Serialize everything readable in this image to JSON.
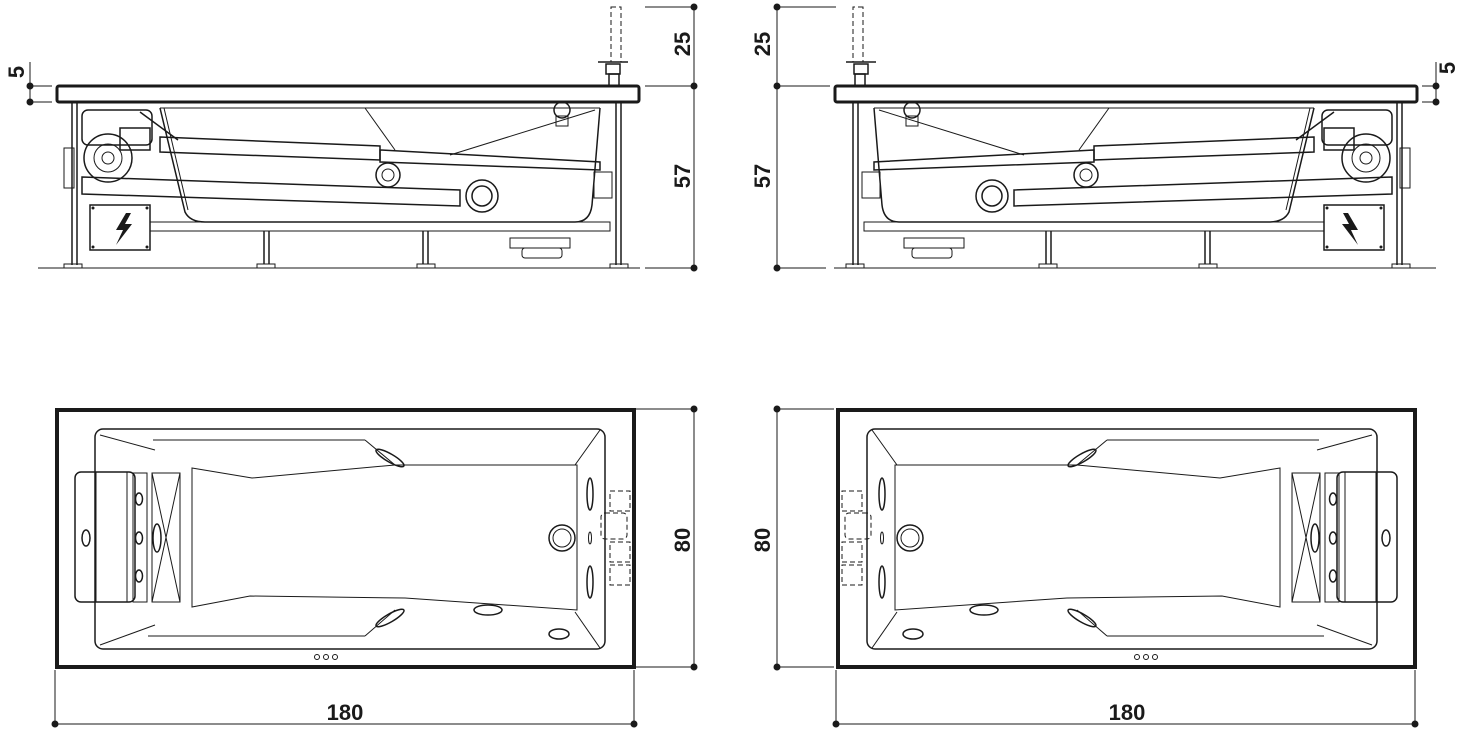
{
  "drawing": {
    "subject": "whirlpool bathtub dimension drawing",
    "units": "cm",
    "colors": {
      "line": "#1a1a1a",
      "background": "#ffffff"
    },
    "views": [
      {
        "id": "side-left",
        "type": "side-elevation",
        "pump_side": "left",
        "dimensions": {
          "rim_thickness": "5",
          "faucet_height": "25",
          "tub_height": "57"
        }
      },
      {
        "id": "side-right",
        "type": "side-elevation",
        "pump_side": "right",
        "dimensions": {
          "rim_thickness": "5",
          "faucet_height": "25",
          "tub_height": "57"
        }
      },
      {
        "id": "top-left",
        "type": "plan",
        "headrest_side": "left",
        "dimensions": {
          "width": "80",
          "length": "180"
        }
      },
      {
        "id": "top-right",
        "type": "plan",
        "headrest_side": "right",
        "dimensions": {
          "width": "80",
          "length": "180"
        }
      }
    ],
    "icons": [
      "electrical-hazard-icon",
      "control-buttons-icon"
    ]
  }
}
